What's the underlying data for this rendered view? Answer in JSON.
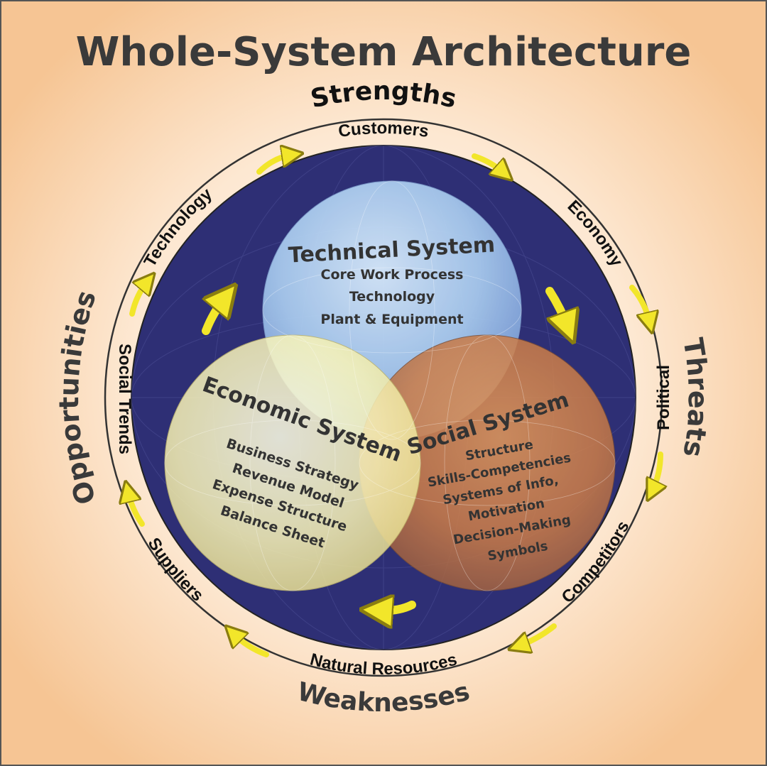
{
  "title": "Whole-System Architecture",
  "swot": {
    "top": "Strengths",
    "left": "Opportunities",
    "right": "Threats",
    "bottom": "Weaknesses"
  },
  "ring_labels": {
    "customers": "Customers",
    "economy": "Economy",
    "political": "Political",
    "competitors": "Competitors",
    "natural_resources": "Natural Resources",
    "suppliers": "Suppliers",
    "social_trends": "Social Trends",
    "technology": "Technology"
  },
  "systems": {
    "technical": {
      "title": "Technical System",
      "items": [
        "Core Work Process",
        "Technology",
        "Plant & Equipment"
      ]
    },
    "economic": {
      "title": "Economic System",
      "items": [
        "Business Strategy",
        "Revenue Model",
        "Expense Structure",
        "Balance Sheet"
      ]
    },
    "social": {
      "title": "Social System",
      "items": [
        "Structure",
        "Skills-Competencies",
        "Systems of Info,",
        "Motivation",
        "Decision-Making",
        "Symbols"
      ]
    }
  },
  "colors": {
    "navy": "#2e2f75",
    "arrow": "#f2e62a",
    "ring_line": "#333333",
    "title": "#3a3a3a"
  }
}
